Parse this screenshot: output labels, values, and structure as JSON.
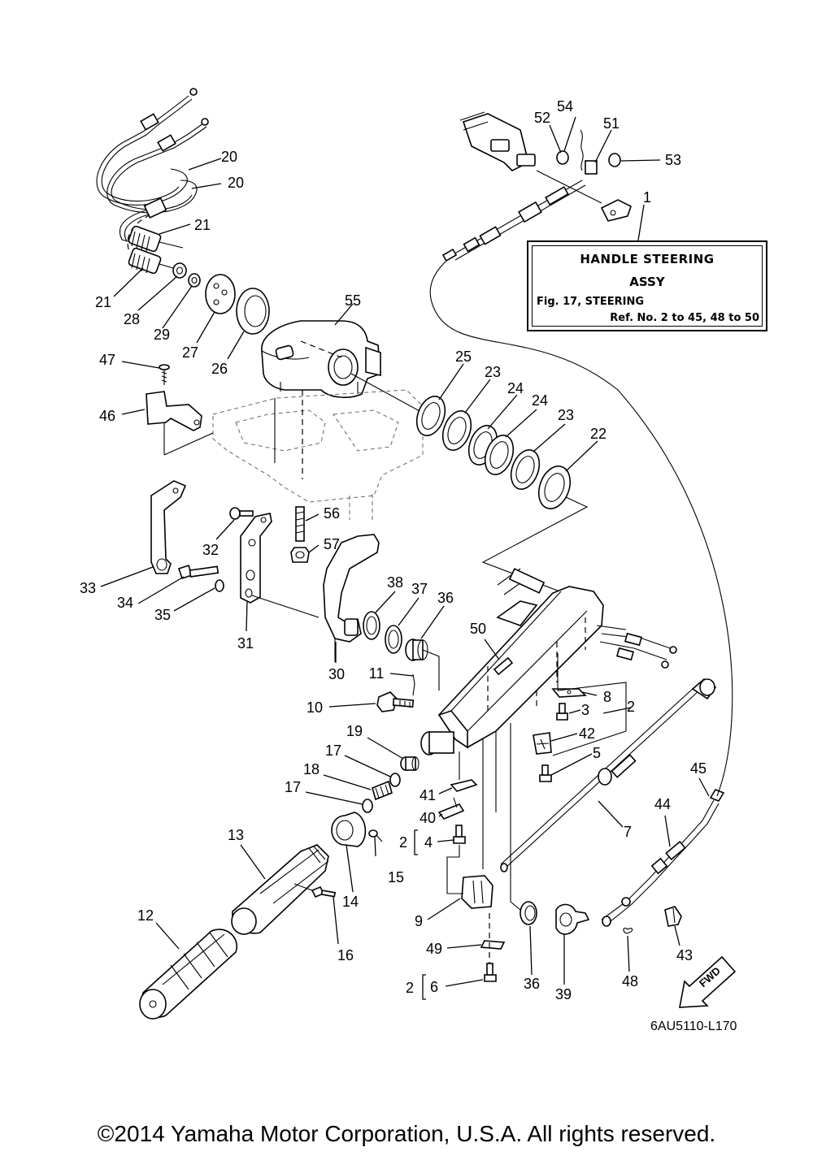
{
  "callouts": {
    "c1": "1",
    "c2a": "2",
    "c2b": "2",
    "c2c": "2",
    "c3": "3",
    "c4": "4",
    "c5": "5",
    "c6": "6",
    "c7": "7",
    "c8": "8",
    "c9": "9",
    "c10": "10",
    "c11": "11",
    "c12": "12",
    "c13": "13",
    "c14": "14",
    "c15": "15",
    "c16": "16",
    "c17a": "17",
    "c17b": "17",
    "c18": "18",
    "c19": "19",
    "c20a": "20",
    "c20b": "20",
    "c21a": "21",
    "c21b": "21",
    "c22": "22",
    "c23a": "23",
    "c23b": "23",
    "c24a": "24",
    "c24b": "24",
    "c25": "25",
    "c26": "26",
    "c27": "27",
    "c28": "28",
    "c29": "29",
    "c30": "30",
    "c31": "31",
    "c32": "32",
    "c33": "33",
    "c34": "34",
    "c35": "35",
    "c36a": "36",
    "c36b": "36",
    "c37": "37",
    "c38": "38",
    "c39": "39",
    "c40": "40",
    "c41": "41",
    "c42": "42",
    "c43": "43",
    "c44": "44",
    "c45": "45",
    "c46": "46",
    "c47": "47",
    "c48": "48",
    "c49": "49",
    "c50": "50",
    "c51": "51",
    "c52": "52",
    "c53": "53",
    "c54": "54",
    "c55": "55",
    "c56": "56",
    "c57": "57"
  },
  "reference_box": {
    "title_line1": "HANDLE STEERING",
    "title_line2": "ASSY",
    "figure": "Fig. 17, STEERING",
    "range": "Ref. No. 2 to 45, 48 to 50"
  },
  "diagram_code": "6AU5110-L170",
  "fwd_label": "FWD",
  "copyright": "©2014 Yamaha Motor Corporation, U.S.A. All rights reserved."
}
